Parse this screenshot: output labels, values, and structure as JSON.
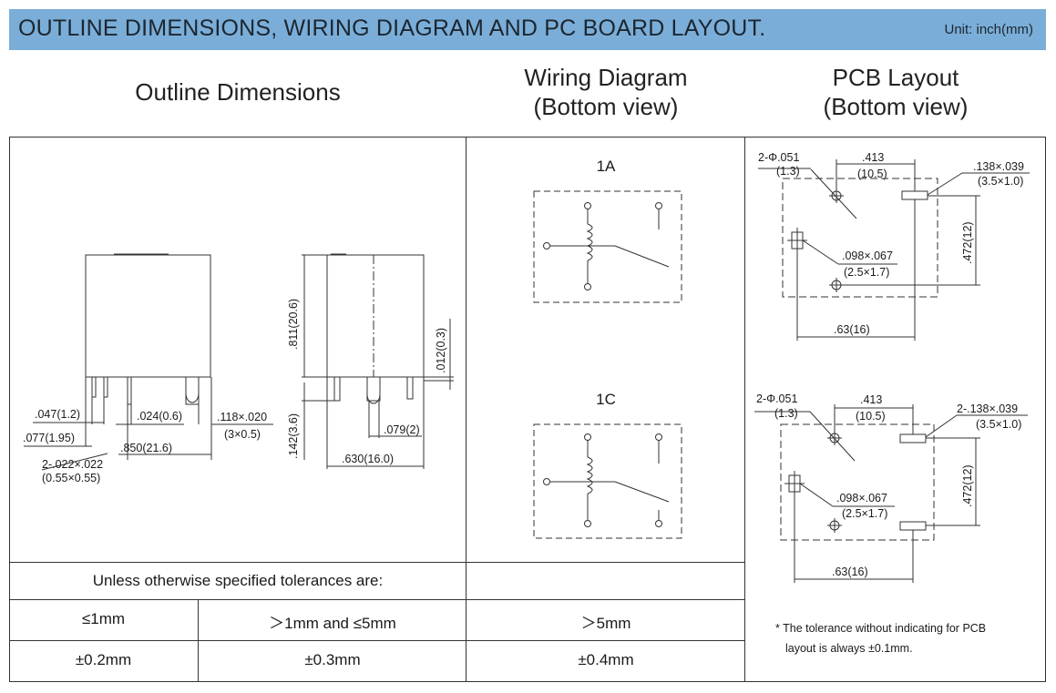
{
  "banner": {
    "title": "OUTLINE DIMENSIONS, WIRING DIAGRAM AND PC BOARD LAYOUT.",
    "unit": "Unit: inch(mm)"
  },
  "headers": {
    "outline": "Outline Dimensions",
    "wiring": [
      "Wiring Diagram",
      "(Bottom view)"
    ],
    "pcb": [
      "PCB Layout",
      "(Bottom view)"
    ]
  },
  "outline_dims": {
    "d_047": ".047(1.2)",
    "d_077": ".077(1.95)",
    "d_024": ".024(0.6)",
    "d_850": ".850(21.6)",
    "d_pin1": "2-.022×.022",
    "d_pin2": "(0.55×0.55)",
    "d_118": ".118×.020",
    "d_3x05": "(3×0.5)",
    "d_811": ".811(20.6)",
    "d_142": ".142(3.6)",
    "d_012": ".012(0.3)",
    "d_079": ".079(2)",
    "d_630": ".630(16.0)"
  },
  "wiring": {
    "label_1a": "1A",
    "label_1c": "1C"
  },
  "pcb_1a": {
    "hole": "2-Φ.051",
    "hole_mm": "(1.3)",
    "w413": ".413",
    "w413_mm": "(10.5)",
    "slot": ".138×.039",
    "slot_mm": "(3.5×1.0)",
    "h472": ".472(12)",
    "rect": ".098×.067",
    "rect_mm": "(2.5×1.7)",
    "w63": ".63(16)"
  },
  "pcb_1c": {
    "hole": "2-Φ.051",
    "hole_mm": "(1.3)",
    "w413": ".413",
    "w413_mm": "(10.5)",
    "slot": "2-.138×.039",
    "slot_mm": "(3.5×1.0)",
    "h472": ".472(12)",
    "rect": ".098×.067",
    "rect_mm": "(2.5×1.7)",
    "w63": ".63(16)"
  },
  "tolerance": {
    "caption": "Unless otherwise specified tolerances are:",
    "ranges": [
      "≤1mm",
      "＞1mm and ≤5mm",
      "＞5mm"
    ],
    "values": [
      "±0.2mm",
      "±0.3mm",
      "±0.4mm"
    ]
  },
  "pcb_note": [
    "* The tolerance without indicating for PCB",
    "layout is always ±0.1mm."
  ]
}
